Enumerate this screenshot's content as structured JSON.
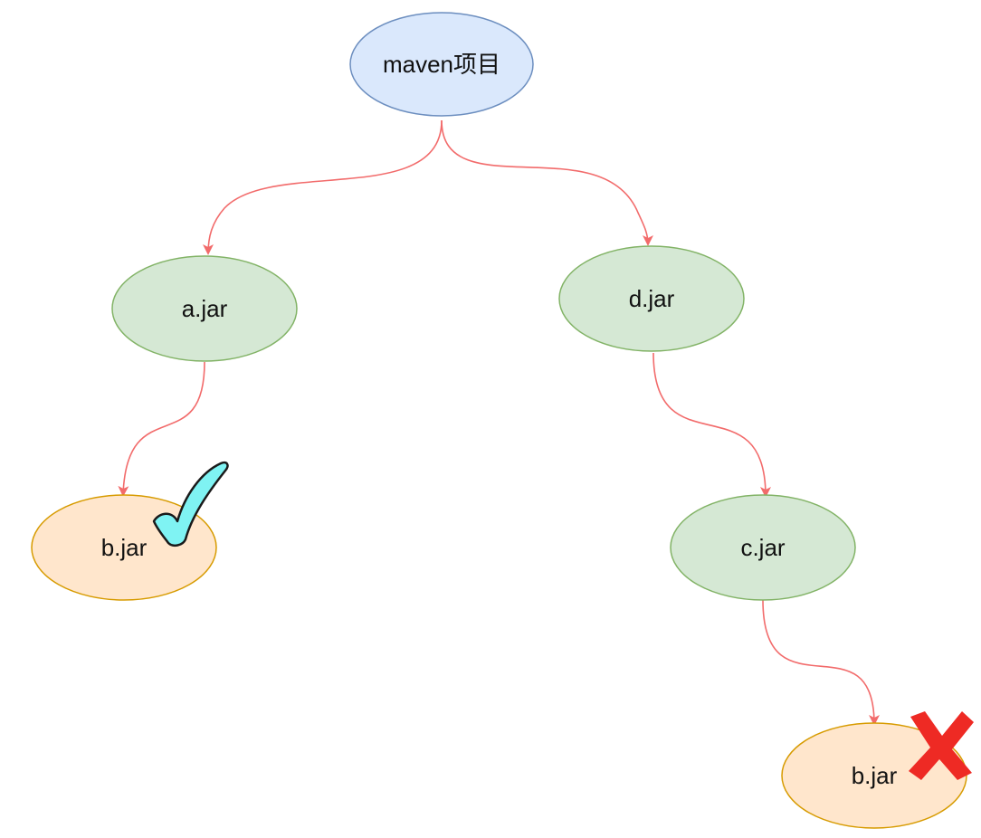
{
  "nodes": {
    "root": {
      "label": "maven项目",
      "fill": "#dae8fc",
      "stroke": "#6c8ebf"
    },
    "a": {
      "label": "a.jar",
      "fill": "#d5e8d4",
      "stroke": "#82b366"
    },
    "d": {
      "label": "d.jar",
      "fill": "#d5e8d4",
      "stroke": "#82b366"
    },
    "b_left": {
      "label": "b.jar",
      "fill": "#ffe6cc",
      "stroke": "#d79b00"
    },
    "c": {
      "label": "c.jar",
      "fill": "#d5e8d4",
      "stroke": "#82b366"
    },
    "b_right": {
      "label": "b.jar",
      "fill": "#ffe6cc",
      "stroke": "#d79b00"
    }
  },
  "edges": [
    {
      "from": "root",
      "to": "a"
    },
    {
      "from": "root",
      "to": "d"
    },
    {
      "from": "a",
      "to": "b_left"
    },
    {
      "from": "d",
      "to": "c"
    },
    {
      "from": "c",
      "to": "b_right"
    }
  ],
  "marks": {
    "check": {
      "icon": "check-mark-icon",
      "fill": "#7ff3f3",
      "stroke": "#1a1a1a"
    },
    "cross": {
      "icon": "cross-mark-icon",
      "fill": "#ee2a24"
    }
  },
  "edge_color": "#f26b6b"
}
